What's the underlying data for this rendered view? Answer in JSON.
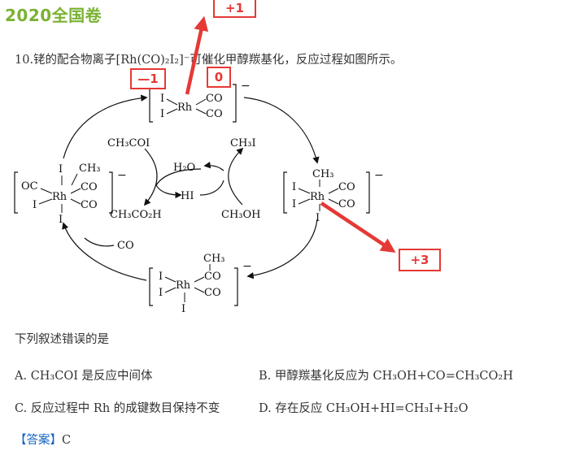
{
  "header": {
    "title": "2020全国卷"
  },
  "question": {
    "text": "10.铑的配合物离子[Rh(CO)₂I₂]⁻可催化甲醇羰基化，反应过程如图所示。"
  },
  "annotations": {
    "plus1": "+1",
    "minus1": "—1",
    "zero": "0",
    "plus3": "+3"
  },
  "diagram": {
    "top_complex": {
      "i1": "I",
      "i2": "I",
      "rh": "Rh",
      "co1": "CO",
      "co2": "CO",
      "charge": "−"
    },
    "right_complex": {
      "ch3": "CH₃",
      "i1": "I",
      "i2": "I",
      "rh": "Rh",
      "co1": "CO",
      "co2": "CO",
      "i3": "I",
      "charge": "−"
    },
    "bottom_complex": {
      "ch3": "CH₃",
      "i1": "I",
      "i2": "I",
      "rh": "Rh",
      "co1": "CO",
      "co2": "CO",
      "i3": "I",
      "charge": "−"
    },
    "left_complex": {
      "ch3": "CH₃",
      "oc": "OC",
      "i1": "I",
      "i2": "I",
      "rh": "Rh",
      "co1": "CO",
      "co2": "CO",
      "i3": "I",
      "charge": "−"
    },
    "species": {
      "ch3coi": "CH₃COI",
      "ch3co2h": "CH₃CO₂H",
      "h2o": "H₂O",
      "hi": "HI",
      "ch3i": "CH₃I",
      "ch3oh": "CH₃OH",
      "co": "CO"
    }
  },
  "prompt": "下列叙述错误的是",
  "options": {
    "a": "A. CH₃COI 是反应中间体",
    "b": "B.  甲醇羰基化反应为 CH₃OH+CO=CH₃CO₂H",
    "c": "C.  反应过程中 Rh 的成键数目保持不变",
    "d": "D.  存在反应 CH₃OH+HI=CH₃I+H₂O"
  },
  "answer": {
    "label": "【答案】",
    "value": "C"
  },
  "colors": {
    "title": "#7ab232",
    "annotation": "#e53935",
    "answer_label": "#1565c0"
  }
}
